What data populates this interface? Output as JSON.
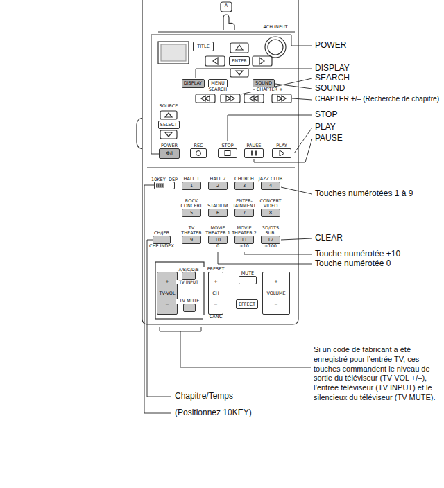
{
  "diagram": {
    "nodes": [
      {
        "text": [
          "TITLE"
        ]
      },
      {
        "text": [
          "ENTER"
        ]
      },
      {
        "text": [
          "DISPLAY"
        ]
      },
      {
        "text": [
          "MENU"
        ]
      },
      {
        "text": [
          "SOUND"
        ]
      },
      {
        "text": [
          "SELECT"
        ]
      },
      {
        "text": [
          "POWER",
          "Ф/I"
        ]
      },
      {
        "text": [
          "REC"
        ]
      },
      {
        "text": [
          "STOP"
        ]
      },
      {
        "text": [
          "PAUSE"
        ]
      },
      {
        "text": [
          "PLAY"
        ]
      },
      {
        "text": [
          "10KEY",
          "DSP"
        ]
      },
      {
        "text": [
          "HALL 1",
          "1"
        ]
      },
      {
        "text": [
          "HALL 2",
          "2"
        ]
      },
      {
        "text": [
          "CHURCH",
          "3"
        ]
      },
      {
        "text": [
          "JAZZ CLUB",
          "4"
        ]
      },
      {
        "text": [
          "ROCK CONCERT",
          "5"
        ]
      },
      {
        "text": [
          "STADIUM",
          "6"
        ]
      },
      {
        "text": [
          "ENTER- TAINMENT",
          "7"
        ]
      },
      {
        "text": [
          "CONCERT VIDEO",
          "8"
        ]
      },
      {
        "text": [
          "TV THEATER",
          "9"
        ]
      },
      {
        "text": [
          "MOVIE THEATER 1",
          "10",
          "0"
        ]
      },
      {
        "text": [
          "MOVIE THEATER 2",
          "11",
          "+10"
        ]
      },
      {
        "text": [
          "3D/DTS SUR.",
          "12",
          "+100"
        ]
      },
      {
        "text": [
          "CH/JEB",
          "CHP INDEX"
        ]
      },
      {
        "text": [
          "+",
          "TV-VOL",
          "−"
        ]
      },
      {
        "text": [
          "A/B/C/D/E",
          "TV INPUT"
        ]
      },
      {
        "text": [
          "TV MUTE"
        ]
      },
      {
        "text": [
          "PRESET",
          "+",
          "CH",
          "−",
          "CANC"
        ]
      },
      {
        "text": [
          "MUTE"
        ]
      },
      {
        "text": [
          "EFFECT"
        ]
      },
      {
        "text": [
          "+",
          "VOLUME",
          "−"
        ]
      }
    ],
    "labels": [
      "A",
      "4CH INPUT",
      "SOURCE",
      "SEARCH",
      "– CHAPTER +",
      "POWER",
      "DISPLAY",
      "SEARCH",
      "SOUND",
      "CHAPTER +/– (Recherche de chapitre)",
      "STOP",
      "PLAY",
      "PAUSE",
      "Touches numérotées 1 à 9",
      "CLEAR",
      "Touche numérotée +10",
      "Touche numérotée 0",
      "Si un code de fabricant a été enregistré pour l’entrée TV, ces touches commandent le niveau de sortie du téléviseur (TV VOL +/–), l’entrée téléviseur (TV INPUT) et le silencieux du téléviseur (TV MUTE).",
      "Chapitre/Temps",
      "(Positionnez 10KEY)"
    ]
  }
}
